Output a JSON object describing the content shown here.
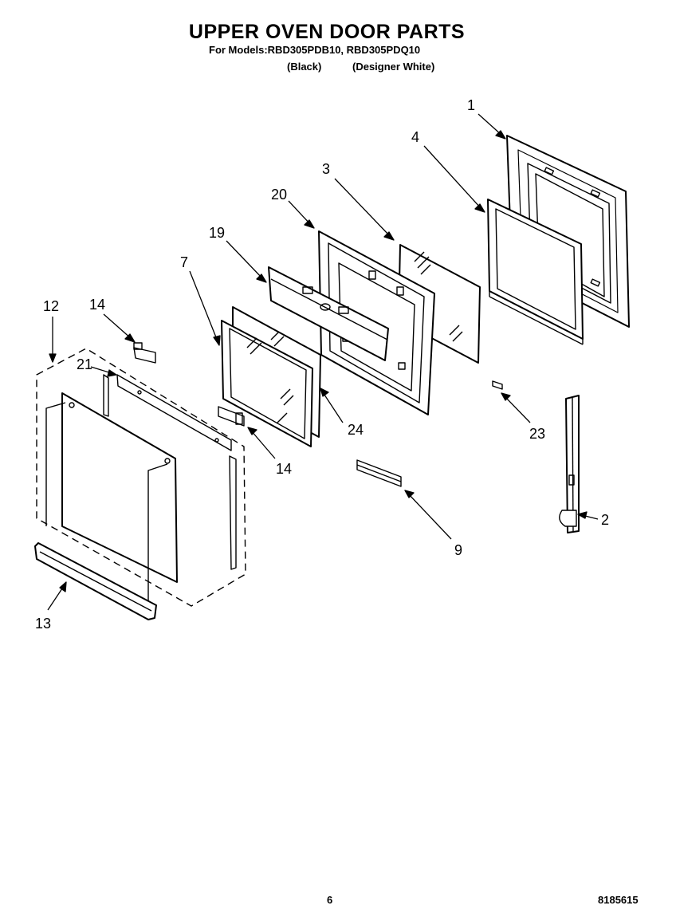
{
  "header": {
    "title": "UPPER OVEN DOOR PARTS",
    "models_line": "For Models:RBD305PDB10, RBD305PDQ10",
    "variant_black": "(Black)",
    "variant_white": "(Designer White)"
  },
  "callouts": [
    {
      "id": "1",
      "label": "1"
    },
    {
      "id": "2",
      "label": "2"
    },
    {
      "id": "3",
      "label": "3"
    },
    {
      "id": "4",
      "label": "4"
    },
    {
      "id": "7",
      "label": "7"
    },
    {
      "id": "9",
      "label": "9"
    },
    {
      "id": "12",
      "label": "12"
    },
    {
      "id": "13",
      "label": "13"
    },
    {
      "id": "14a",
      "label": "14"
    },
    {
      "id": "14b",
      "label": "14"
    },
    {
      "id": "19",
      "label": "19"
    },
    {
      "id": "20",
      "label": "20"
    },
    {
      "id": "21",
      "label": "21"
    },
    {
      "id": "23",
      "label": "23"
    },
    {
      "id": "24",
      "label": "24"
    }
  ],
  "footer": {
    "page_number": "6",
    "document_number": "8185615"
  }
}
